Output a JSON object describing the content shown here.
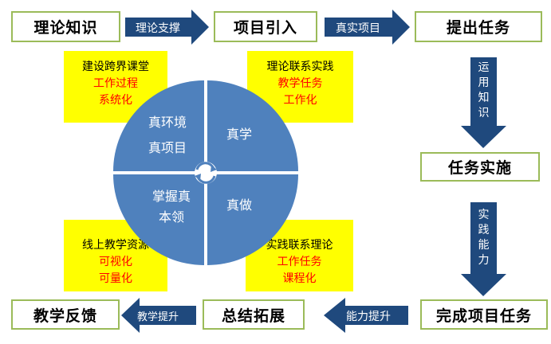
{
  "boxes": {
    "theory": "理论知识",
    "project_intro": "项目引入",
    "propose_task": "提出任务",
    "task_impl": "任务实施",
    "complete_task": "完成项目任务",
    "summary": "总结拓展",
    "feedback": "教学反馈"
  },
  "arrows": {
    "theory_support": "理论支撑",
    "real_project": "真实项目",
    "apply_knowledge": [
      "运",
      "用",
      "知",
      "识"
    ],
    "practice_ability": [
      "实",
      "践",
      "能",
      "力"
    ],
    "ability_up": "能力提升",
    "teaching_up": "教学提升"
  },
  "notes": {
    "top_left": {
      "line1": "建设跨界课堂",
      "line2": "工作过程",
      "line3": "系统化"
    },
    "top_right": {
      "line1": "理论联系实践",
      "line2": "教学任务",
      "line3": "工作化"
    },
    "bottom_left": {
      "line1": "线上教学资源",
      "line2": "可视化",
      "line3": "可量化"
    },
    "bottom_right": {
      "line1": "实践联系理论",
      "line2": "工作任务",
      "line3": "课程化"
    }
  },
  "circle": {
    "q1_a": "真环境",
    "q1_b": "真项目",
    "q2": "真学",
    "q3_a": "掌握真",
    "q3_b": "本领",
    "q4": "真做"
  },
  "colors": {
    "arrow_fill": "#1f497d",
    "circle_fill": "#4f81bd",
    "box_border": "#9bbb59",
    "note_bg": "#ffff00",
    "note_accent": "#ff0000"
  }
}
